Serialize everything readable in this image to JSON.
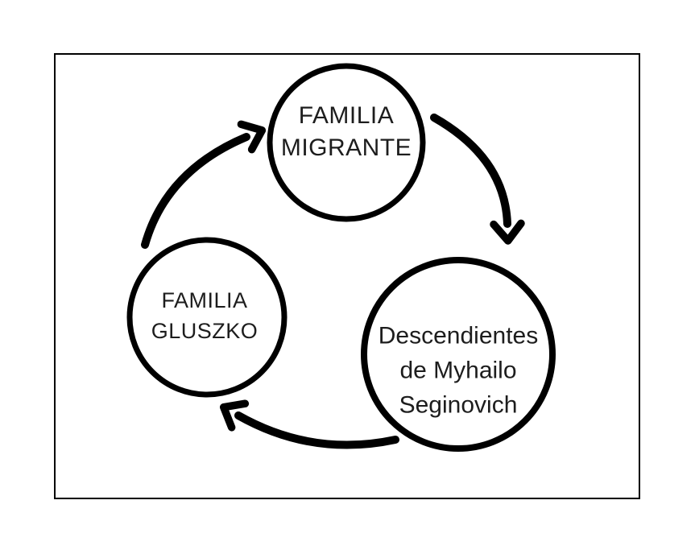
{
  "diagram": {
    "type": "cycle",
    "background": "#ffffff",
    "colors": {
      "stroke": "#000000",
      "text": "#1d1d1d"
    },
    "nodes": [
      {
        "id": "familia-migrante",
        "label": "FAMILIA\nMIGRANTE"
      },
      {
        "id": "familia-gluszko",
        "label": "FAMILIA\nGLUSZKO"
      },
      {
        "id": "descendientes-de-myhailo-seginovich",
        "label": "Descendientes\nde Myhailo\nSeginovich"
      }
    ],
    "arrows": [
      {
        "from": "familia-gluszko",
        "to": "familia-migrante"
      },
      {
        "from": "familia-migrante",
        "to": "descendientes-de-myhailo-seginovich"
      },
      {
        "from": "descendientes-de-myhailo-seginovich",
        "to": "familia-gluszko"
      }
    ]
  }
}
